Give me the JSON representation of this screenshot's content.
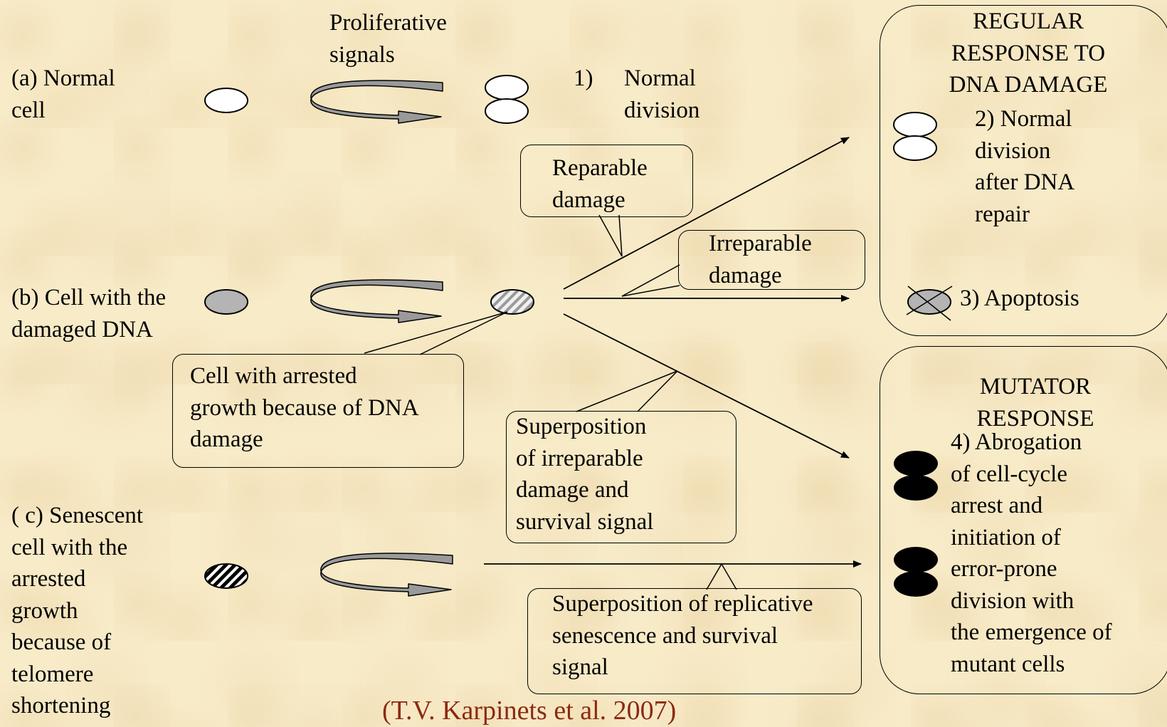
{
  "rows": {
    "a": {
      "label_lines": [
        "(a) Normal",
        "cell"
      ]
    },
    "b": {
      "label_lines": [
        "(b) Cell with the",
        "damaged DNA"
      ]
    },
    "c": {
      "label_lines": [
        "( c) Senescent",
        "cell with the",
        "arrested",
        "growth",
        "because of",
        "telomere",
        "shortening"
      ]
    }
  },
  "proliferative_signals": [
    "Proliferative",
    "signals"
  ],
  "outcome_1": {
    "number": "1)",
    "lines": [
      "Normal",
      "division"
    ]
  },
  "callouts": {
    "reparable": [
      "Reparable",
      "damage"
    ],
    "irreparable": [
      "Irreparable",
      "damage"
    ],
    "arrested": [
      "Cell with arrested",
      "growth because of DNA",
      "damage"
    ],
    "superposition_irreparable": [
      "Superposition",
      "of irreparable",
      "damage and",
      "survival signal"
    ],
    "superposition_replicative": [
      "Superposition of replicative",
      "senescence and survival",
      "signal"
    ]
  },
  "regular_response": {
    "title": [
      "REGULAR",
      "RESPONSE TO",
      "DNA DAMAGE"
    ],
    "outcome_2": [
      "2) Normal",
      "division",
      "after DNA",
      "repair"
    ],
    "outcome_3": "3) Apoptosis"
  },
  "mutator_response": {
    "title": [
      "MUTATOR",
      "RESPONSE"
    ],
    "outcome_4": [
      "4) Abrogation",
      "of cell-cycle",
      "arrest and",
      "initiation of",
      "error-prone",
      "division with",
      "the emergence of",
      "mutant cells"
    ]
  },
  "citation": "(T.V. Karpinets et al. 2007)",
  "colors": {
    "background": "#f8ebc8",
    "cell_damaged": "#b4b4b4",
    "arrow_fill": "#9a9a9a",
    "citation": "#8b2a12"
  }
}
